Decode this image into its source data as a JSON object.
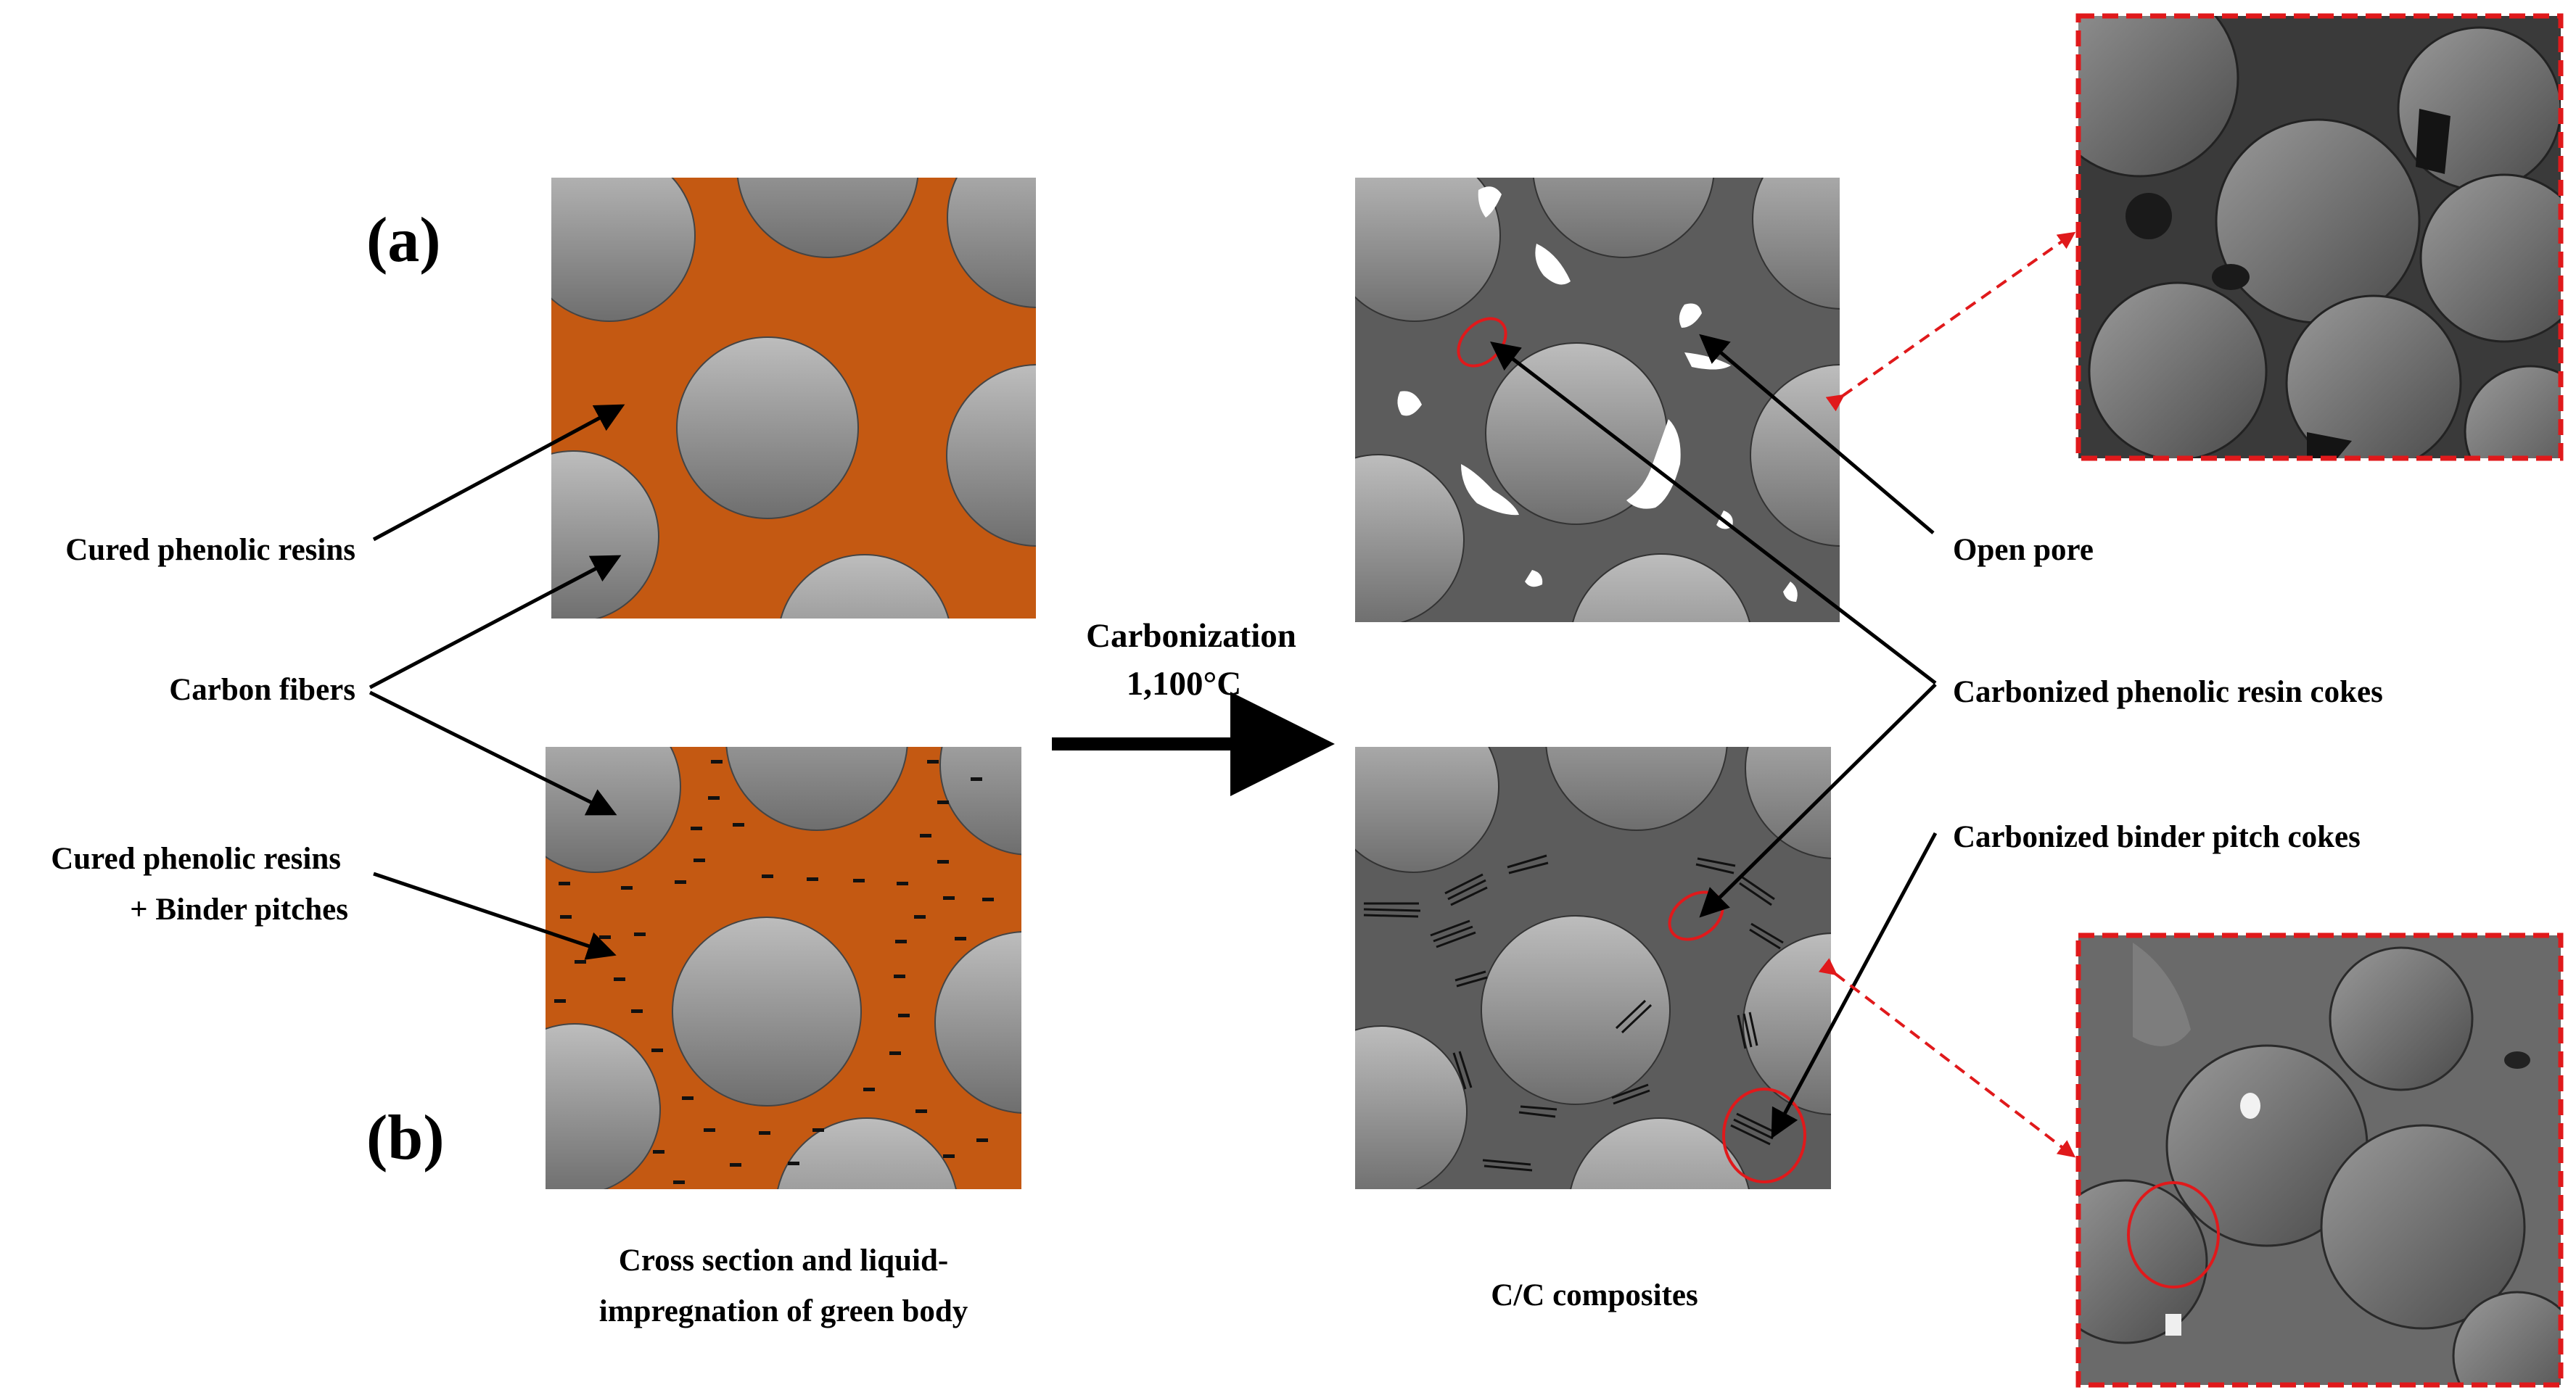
{
  "panel_labels": {
    "a": "(a)",
    "b": "(b)"
  },
  "left_labels": {
    "cured_resins": "Cured phenolic resins",
    "carbon_fibers": "Carbon fibers",
    "cured_resins_binder_line1": "Cured phenolic resins",
    "cured_resins_binder_line2": "+ Binder pitches"
  },
  "process": {
    "line1": "Carbonization",
    "line2": "1,100°C"
  },
  "captions": {
    "left_line1": "Cross section and liquid-",
    "left_line2": "impregnation of green body",
    "right": "C/C composites"
  },
  "right_labels": {
    "open_pore": "Open pore",
    "resin_cokes": "Carbonized phenolic resin cokes",
    "pitch_cokes": "Carbonized binder pitch cokes"
  },
  "colors": {
    "resin": "#c45912",
    "carbonized_matrix": "#5c5c5c",
    "fiber_light": "#bdbdbd",
    "fiber_dark": "#6e6e6e",
    "highlight": "#e0191b"
  }
}
